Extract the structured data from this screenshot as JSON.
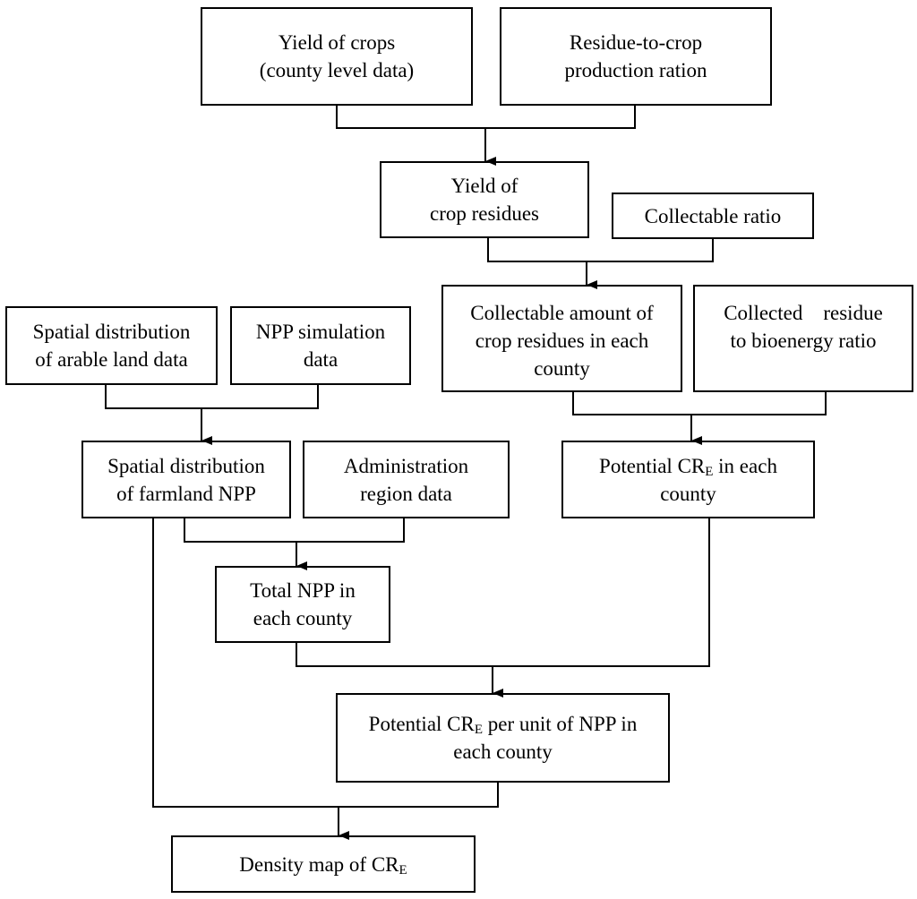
{
  "nodes": {
    "yield_crops": {
      "lines": [
        "Yield of crops",
        "(county level data)"
      ]
    },
    "residue_ratio": {
      "lines": [
        "Residue-to-crop",
        "production ration"
      ]
    },
    "yield_residues": {
      "lines": [
        "Yield of",
        "crop residues"
      ]
    },
    "collectable_ratio": {
      "lines": [
        "Collectable ratio"
      ]
    },
    "collectable_amount": {
      "lines": [
        "Collectable amount of",
        "crop residues in each",
        "county"
      ]
    },
    "collected_bioenergy": {
      "lines": [
        "Collected    residue",
        "to bioenergy ratio"
      ]
    },
    "spatial_arable": {
      "lines": [
        "Spatial distribution",
        "of arable land data"
      ]
    },
    "npp_simulation": {
      "lines": [
        "NPP simulation",
        "data"
      ]
    },
    "spatial_farmland": {
      "lines": [
        "Spatial distribution",
        "of farmland NPP"
      ]
    },
    "admin_region": {
      "lines": [
        "Administration",
        "region data"
      ]
    },
    "potential_cre": {
      "line1_pre": "Potential CR",
      "line1_sub": "E",
      "line1_post": " in each",
      "line2": "county"
    },
    "total_npp": {
      "lines": [
        "Total NPP in",
        "each county"
      ]
    },
    "potential_cre_unit": {
      "line1_pre": "Potential CR",
      "line1_sub": "E",
      "line1_post": " per unit of NPP in",
      "line2": "each county"
    },
    "density_map": {
      "line1_pre": "Density map of CR",
      "line1_sub": "E"
    }
  }
}
